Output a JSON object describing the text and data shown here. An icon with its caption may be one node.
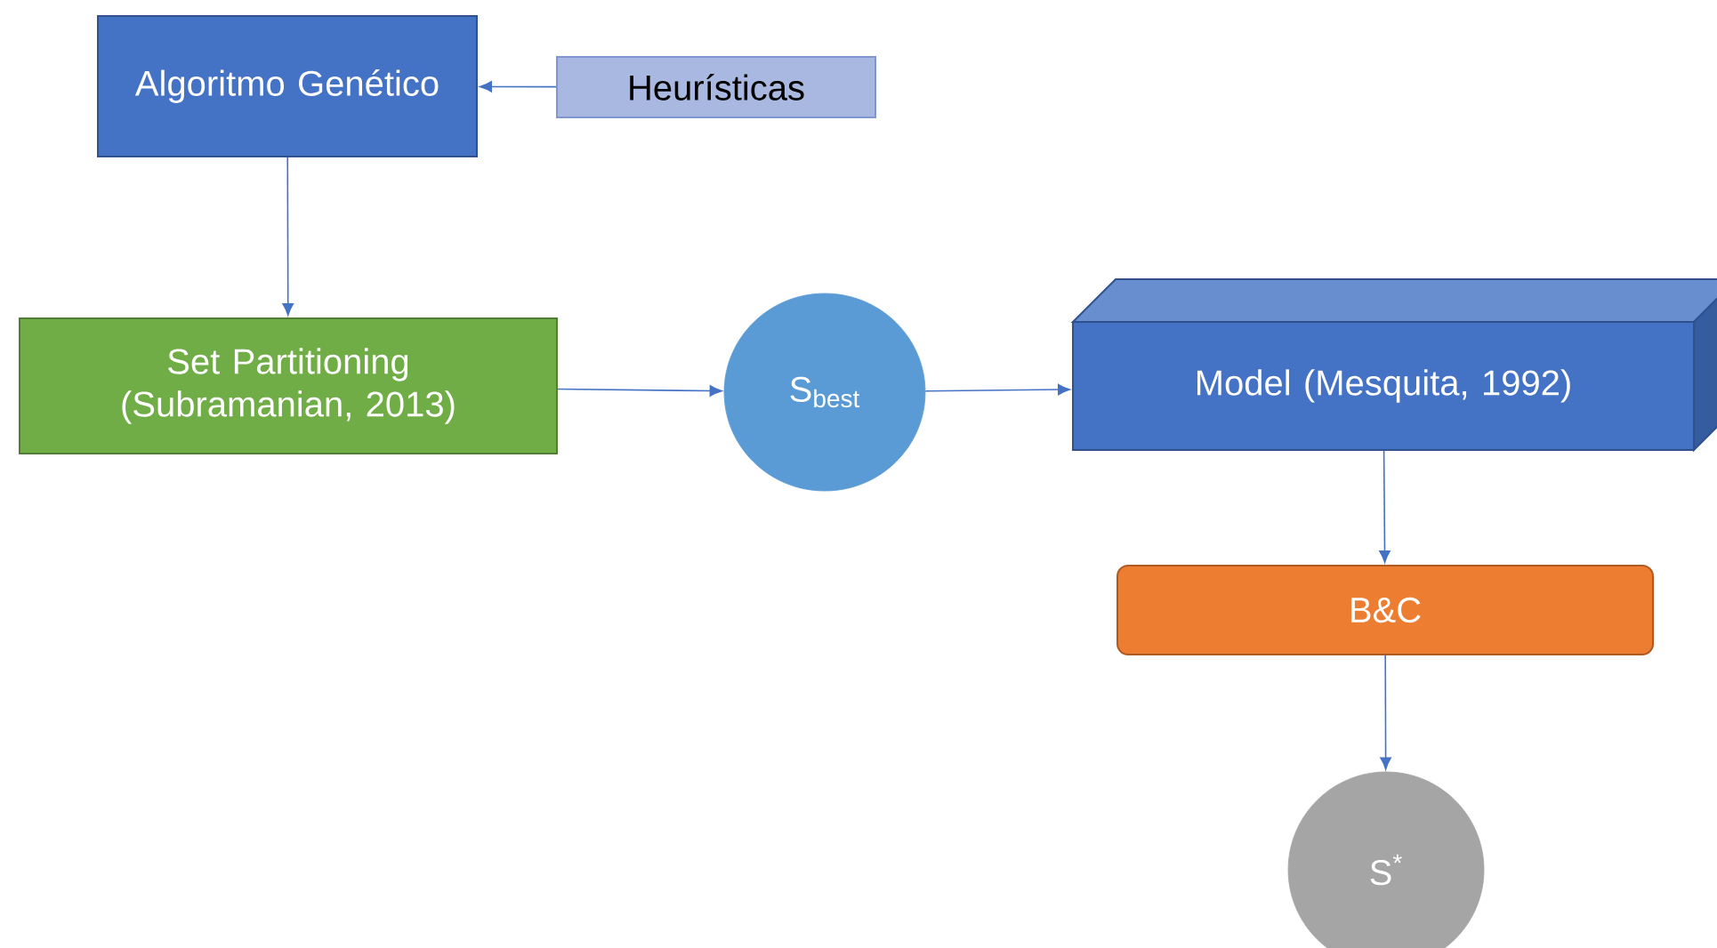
{
  "diagram": {
    "nodes": [
      {
        "text": [
          "Algoritmo Genético"
        ]
      },
      {
        "text": [
          "Heurísticas"
        ]
      },
      {
        "text": [
          "Set Partitioning (Subramanian, 2013)"
        ]
      },
      {
        "text": [
          "S$_{best}$"
        ]
      },
      {
        "text": [
          "Model (Mesquita, 1992)"
        ]
      },
      {
        "text": [
          "B&C"
        ]
      },
      {
        "text": [
          "S$^{*}$"
        ]
      }
    ],
    "edges": [
      {
        "from": 1,
        "to": 0,
        "arrow": "to"
      },
      {
        "from": 0,
        "to": 2,
        "arrow": "to"
      },
      {
        "from": 2,
        "to": 3,
        "arrow": "to"
      },
      {
        "from": 3,
        "to": 4,
        "arrow": "to"
      },
      {
        "from": 4,
        "to": 5,
        "arrow": "to"
      },
      {
        "from": 5,
        "to": 6,
        "arrow": "to"
      }
    ]
  }
}
